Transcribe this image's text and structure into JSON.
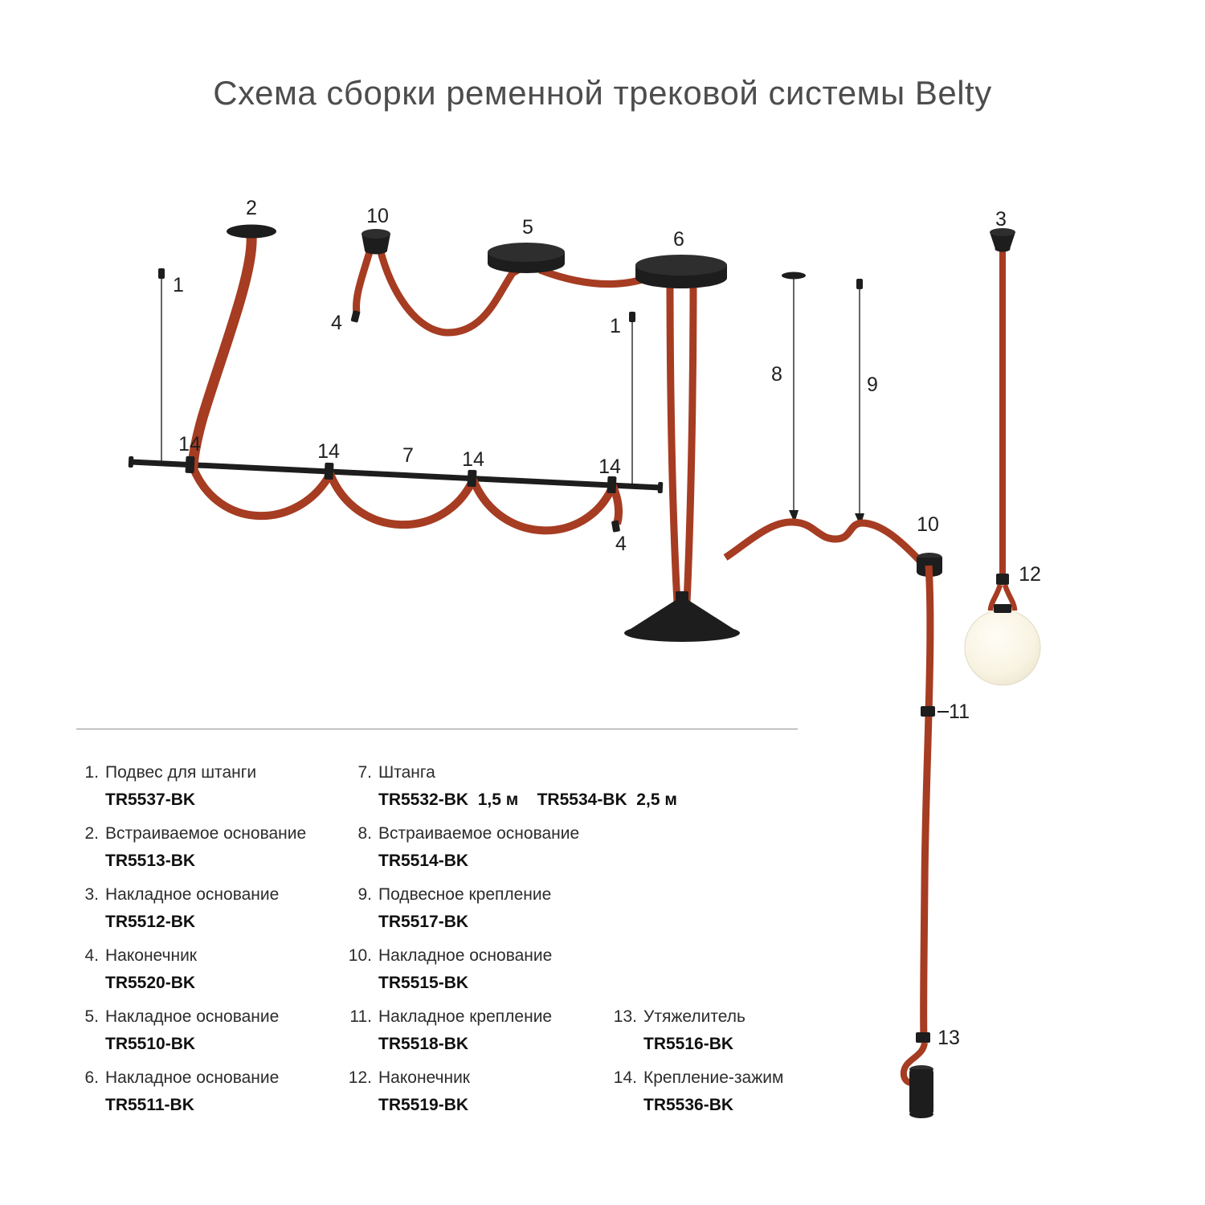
{
  "title": "Схема сборки ременной трековой системы Belty",
  "colors": {
    "belt": "#A63C22",
    "ink": "#1d1d1d",
    "globe": "#F8F3E2"
  },
  "callouts": {
    "n1": "1",
    "n2": "2",
    "n3": "3",
    "n4": "4",
    "n5": "5",
    "n6": "6",
    "n7": "7",
    "n8": "8",
    "n9": "9",
    "n10": "10",
    "n11": "11",
    "n12": "12",
    "n13": "13",
    "n14": "14"
  },
  "legend": {
    "col1": [
      {
        "num": "1.",
        "name": "Подвес для штанги",
        "code": "TR5537-BK"
      },
      {
        "num": "2.",
        "name": "Встраиваемое основание",
        "code": "TR5513-BK"
      },
      {
        "num": "3.",
        "name": "Накладное основание",
        "code": "TR5512-BK"
      },
      {
        "num": "4.",
        "name": "Наконечник",
        "code": "TR5520-BK"
      },
      {
        "num": "5.",
        "name": "Накладное основание",
        "code": "TR5510-BK"
      },
      {
        "num": "6.",
        "name": "Накладное основание",
        "code": "TR5511-BK"
      }
    ],
    "col2": [
      {
        "num": "7.",
        "name": "Штанга",
        "code": "TR5532-BK  1,5 м    TR5534-BK  2,5 м"
      },
      {
        "num": "8.",
        "name": "Встраиваемое основание",
        "code": "TR5514-BK"
      },
      {
        "num": "9.",
        "name": "Подвесное крепление",
        "code": "TR5517-BK"
      },
      {
        "num": "10.",
        "name": "Накладное основание",
        "code": "TR5515-BK"
      },
      {
        "num": "11.",
        "name": "Накладное крепление",
        "code": "TR5518-BK"
      },
      {
        "num": "12.",
        "name": "Наконечник",
        "code": "TR5519-BK"
      }
    ],
    "col3": [
      {
        "num": "13.",
        "name": "Утяжелитель",
        "code": "TR5516-BK"
      },
      {
        "num": "14.",
        "name": "Крепление-зажим",
        "code": "TR5536-BK"
      }
    ]
  }
}
